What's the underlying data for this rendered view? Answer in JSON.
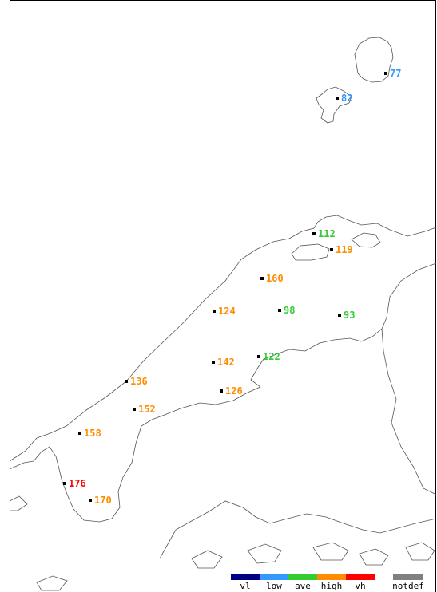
{
  "stations": [
    {
      "value": "77",
      "cat": "low"
    },
    {
      "value": "82",
      "cat": "low"
    },
    {
      "value": "112",
      "cat": "ave"
    },
    {
      "value": "119",
      "cat": "high"
    },
    {
      "value": "160",
      "cat": "high"
    },
    {
      "value": "98",
      "cat": "ave"
    },
    {
      "value": "93",
      "cat": "ave"
    },
    {
      "value": "124",
      "cat": "high"
    },
    {
      "value": "122",
      "cat": "ave"
    },
    {
      "value": "142",
      "cat": "high"
    },
    {
      "value": "126",
      "cat": "high"
    },
    {
      "value": "136",
      "cat": "high"
    },
    {
      "value": "152",
      "cat": "high"
    },
    {
      "value": "158",
      "cat": "high"
    },
    {
      "value": "176",
      "cat": "vh"
    },
    {
      "value": "170",
      "cat": "high"
    }
  ],
  "legend": {
    "vl": "vl",
    "low": "low",
    "ave": "ave",
    "high": "high",
    "vh": "vh",
    "notdef": "notdef"
  },
  "colors": {
    "vl": "#000080",
    "low": "#3399ff",
    "ave": "#33cc33",
    "high": "#ff8c00",
    "vh": "#ff0000",
    "notdef": "#808080"
  }
}
